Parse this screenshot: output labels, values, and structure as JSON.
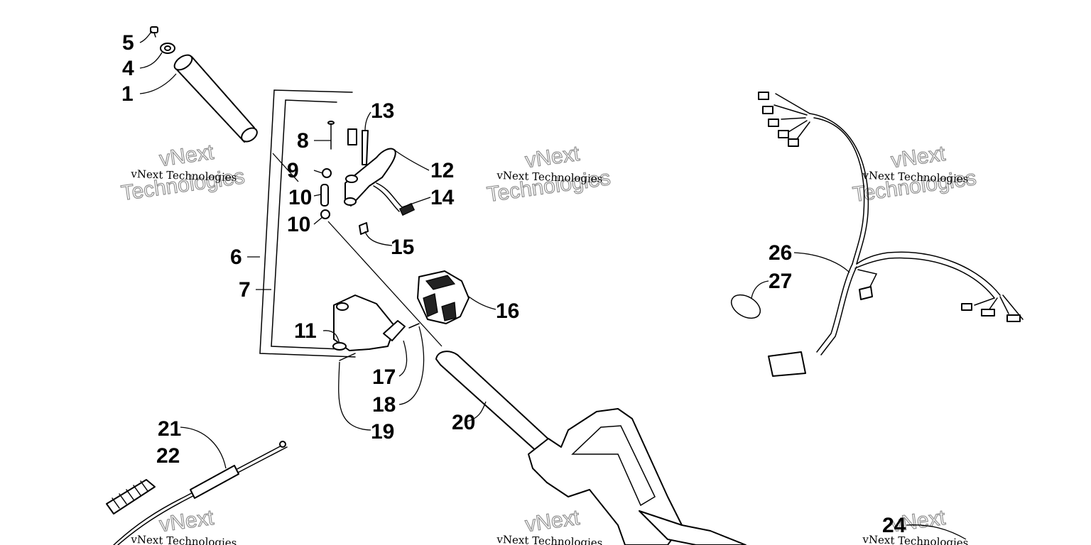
{
  "callouts": [
    "1",
    "4",
    "5",
    "6",
    "7",
    "8",
    "9",
    "10",
    "10",
    "11",
    "12",
    "13",
    "14",
    "15",
    "16",
    "17",
    "18",
    "19",
    "20",
    "21",
    "22",
    "24",
    "26",
    "27"
  ],
  "watermark": {
    "line1": "vNext Technologies",
    "line2": "vNext",
    "line3": "Technologies"
  },
  "colors": {
    "line": "#000000",
    "watermark": "#8a8a8a",
    "background": "#ffffff"
  }
}
